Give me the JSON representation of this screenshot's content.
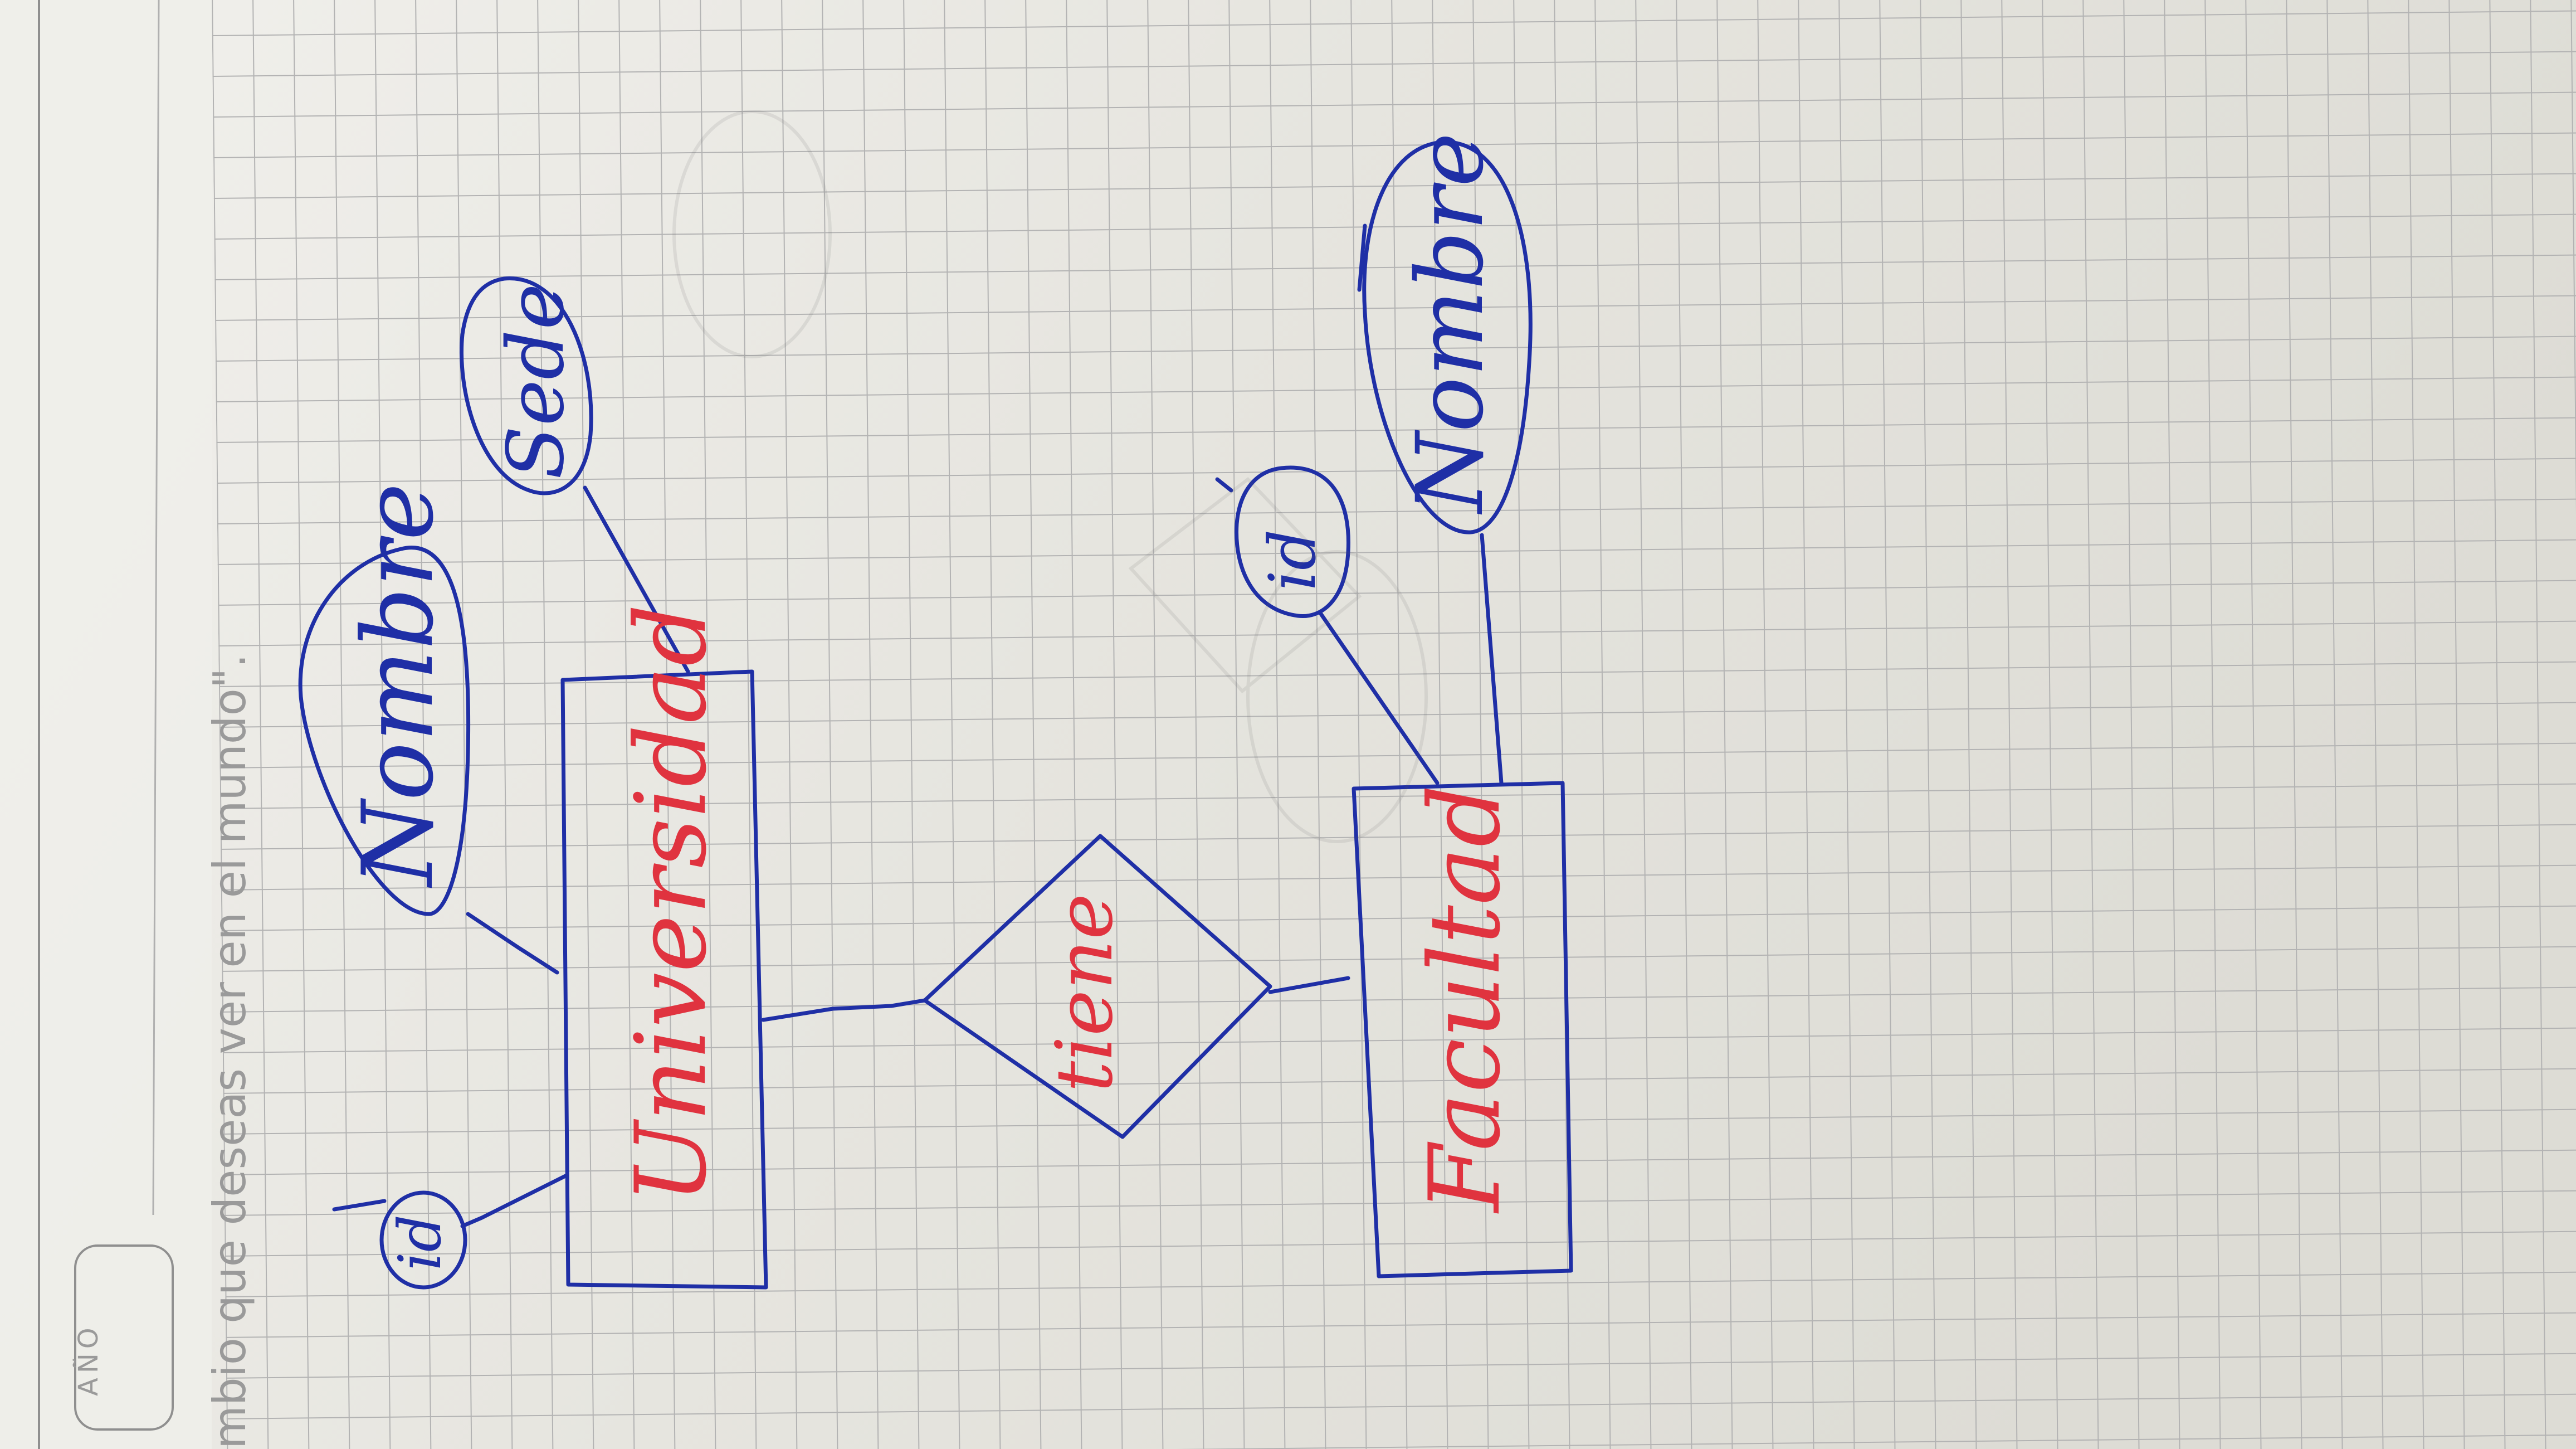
{
  "page": {
    "printed_header": "AÑO",
    "printed_prompt": "mbio que deseas ver en el mundo\"."
  },
  "diagram": {
    "entities": [
      {
        "id": "universidad",
        "label": "Universidad"
      },
      {
        "id": "facultad",
        "label": "Facultad"
      }
    ],
    "relationships": [
      {
        "id": "tiene",
        "label": "tiene",
        "connects": [
          "universidad",
          "facultad"
        ]
      }
    ],
    "attributes": [
      {
        "id": "univ-id",
        "label": "id",
        "entity": "universidad"
      },
      {
        "id": "univ-nombre",
        "label": "Nombre",
        "entity": "universidad"
      },
      {
        "id": "univ-sede",
        "label": "Sede",
        "entity": "universidad"
      },
      {
        "id": "fac-id",
        "label": "id",
        "entity": "facultad"
      },
      {
        "id": "fac-nombre",
        "label": "Nombre",
        "entity": "facultad"
      }
    ]
  },
  "colors": {
    "paper": "#e9e8e3",
    "grid_line": "#b3b3b3",
    "blue_ink": "#1f2fa6",
    "red_ink": "#e0333f",
    "printed_text": "#9a9a9a"
  }
}
